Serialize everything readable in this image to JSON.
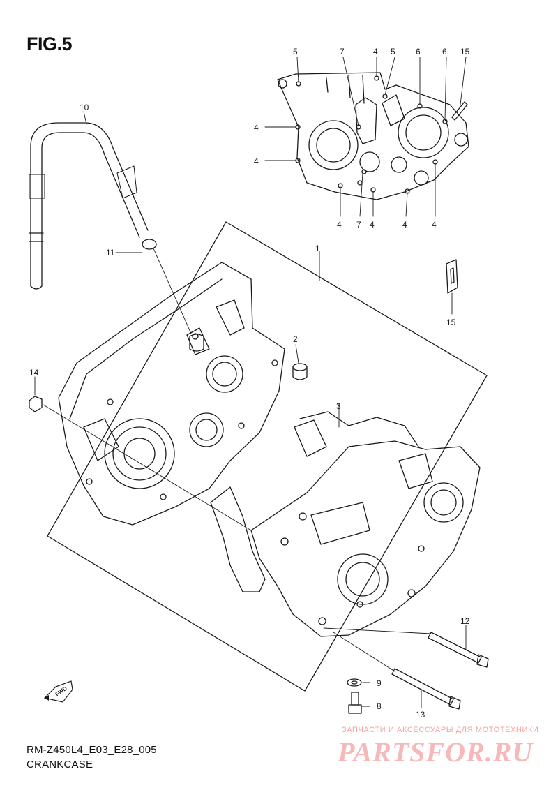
{
  "figure": {
    "title": "FIG.5",
    "model_code": "RM-Z450L4_E03_E28_005",
    "caption": "CRANKCASE"
  },
  "direction_badge": {
    "text": "FWD"
  },
  "watermark": {
    "tagline": "ЗАПЧАСТИ И АКСЕССУАРЫ ДЛЯ МОТОТЕХНИКИ",
    "brand": "PARTSFOR.RU",
    "color": "#f6b8b8"
  },
  "callouts": {
    "c1": "1",
    "c2": "2",
    "c3": "3",
    "c8": "8",
    "c9": "9",
    "c10": "10",
    "c11": "11",
    "c12": "12",
    "c13": "13",
    "c14": "14",
    "c15": "15",
    "inset_top": [
      "5",
      "7",
      "4",
      "5",
      "6",
      "6",
      "15"
    ],
    "inset_left": [
      "4",
      "4"
    ],
    "inset_bottom": [
      "4",
      "7",
      "4",
      "4",
      "4"
    ]
  },
  "colors": {
    "line": "#1a1a1a",
    "background": "#ffffff"
  }
}
